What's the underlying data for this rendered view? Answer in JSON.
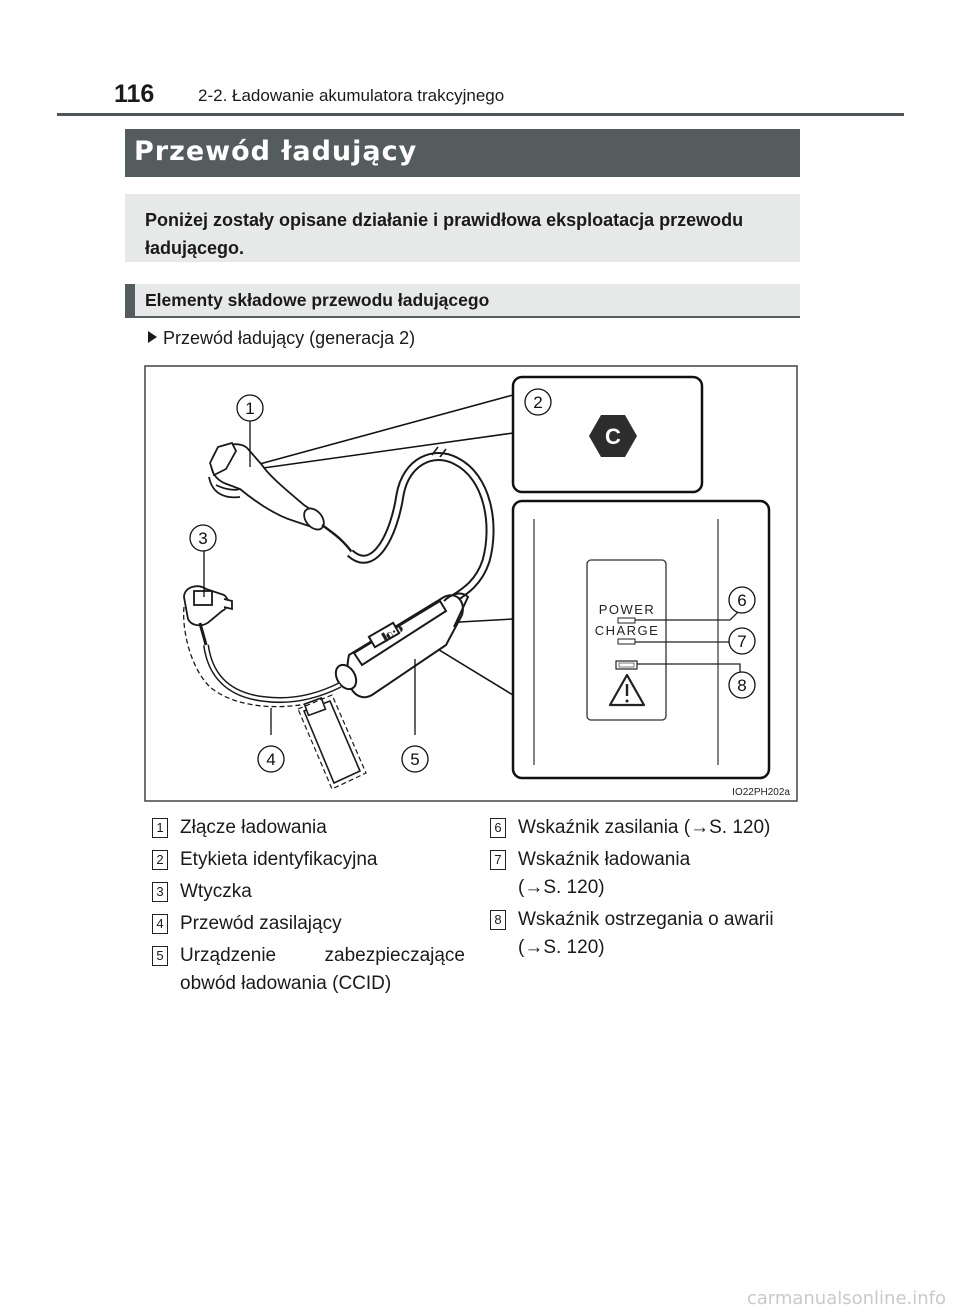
{
  "header": {
    "page_number": "116",
    "chapter": "2-2. Ładowanie akumulatora trakcyjnego"
  },
  "section_title": "Przewód ładujący",
  "intro": "Poniżej zostały opisane działanie i prawidłowa eksploatacja przewodu ładującego.",
  "subheading": "Elementy składowe przewodu ładującego",
  "bullet": "Przewód ładujący (generacja 2)",
  "figure": {
    "callouts": [
      "1",
      "2",
      "3",
      "4",
      "5",
      "6",
      "7",
      "8"
    ],
    "hex_label": "C",
    "panel_power": "POWER",
    "panel_charge": "CHARGE",
    "image_code": "IO22PH202a",
    "cable_label": "▐◐•◑"
  },
  "legend_left": [
    {
      "num": "1",
      "text": "Złącze ładowania"
    },
    {
      "num": "2",
      "text": "Etykieta identyfikacyjna"
    },
    {
      "num": "3",
      "text": "Wtyczka"
    },
    {
      "num": "4",
      "text": "Przewód zasilający"
    },
    {
      "num": "5",
      "text": "Urządzenie zabezpieczające obwód ładowania (CCID)"
    }
  ],
  "legend_right": [
    {
      "num": "6",
      "text": "Wskaźnik zasilania (→S. 120)"
    },
    {
      "num": "7",
      "text": "Wskaźnik ładowania (→S. 120)"
    },
    {
      "num": "8",
      "text": "Wskaźnik ostrzegania o awarii (→S. 120)"
    }
  ],
  "watermark": "carmanualsonline.info"
}
